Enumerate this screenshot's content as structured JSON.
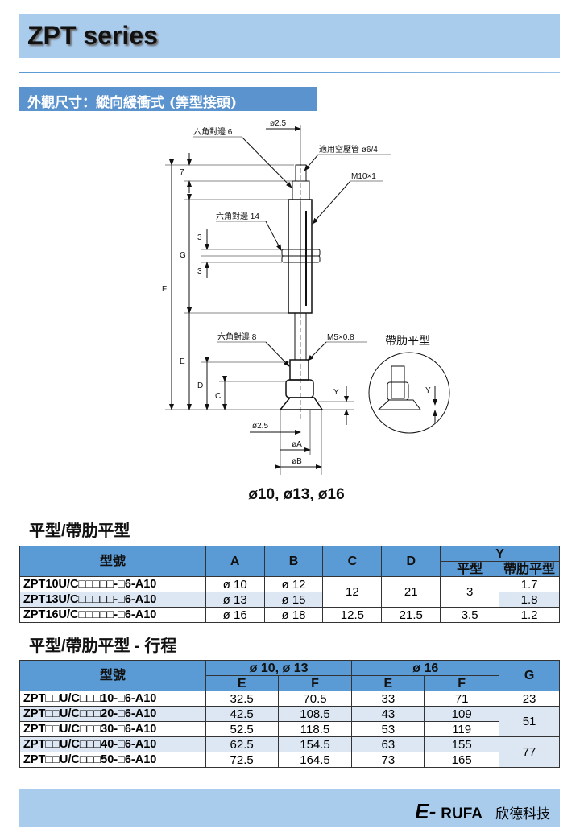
{
  "header": {
    "title": "ZPT series"
  },
  "section": {
    "title": "外觀尺寸：縱向緩衝式 (筭型接頭)"
  },
  "drawing": {
    "labels": {
      "phi25_top": "ø2.5",
      "hex6": "六角對邊 6",
      "tube": "適用空壓管 ø6/4",
      "m10": "M10×1",
      "hex14": "六角對邊 14",
      "hex8": "六角對邊 8",
      "m5": "M5×0.8",
      "ribbed": "帶肋平型",
      "d7": "7",
      "d3a": "3",
      "d3b": "3",
      "G": "G",
      "F": "F",
      "E": "E",
      "D": "D",
      "C": "C",
      "Y": "Y",
      "Y2": "Y",
      "phi25_bottom": "ø2.5",
      "phiA": "øA",
      "phiB": "øB"
    },
    "caption": "ø10, ø13, ø16"
  },
  "table1": {
    "title": "平型/帶肋平型",
    "headers": {
      "model": "型號",
      "A": "A",
      "B": "B",
      "C": "C",
      "D": "D",
      "Y": "Y",
      "Y_flat": "平型",
      "Y_ribbed": "帶肋平型"
    },
    "rows": [
      {
        "model": "ZPT10U/C□□□□□-□6-A10",
        "A": "ø 10",
        "B": "ø 12",
        "C": "12",
        "D": "21",
        "Y_flat": "3",
        "Y_ribbed": "1.7"
      },
      {
        "model": "ZPT13U/C□□□□□-□6-A10",
        "A": "ø 13",
        "B": "ø 15",
        "Y_ribbed": "1.8"
      },
      {
        "model": "ZPT16U/C□□□□□-□6-A10",
        "A": "ø 16",
        "B": "ø 18",
        "C": "12.5",
        "D": "21.5",
        "Y_flat": "3.5",
        "Y_ribbed": "1.2"
      }
    ]
  },
  "table2": {
    "title": "平型/帶肋平型 - 行程",
    "headers": {
      "model": "型號",
      "group1": "ø 10, ø 13",
      "group2": "ø 16",
      "E": "E",
      "F": "F",
      "G": "G"
    },
    "rows": [
      {
        "model": "ZPT□□U/C□□□10-□6-A10",
        "E1": "32.5",
        "F1": "70.5",
        "E2": "33",
        "F2": "71",
        "G": "23"
      },
      {
        "model": "ZPT□□U/C□□□20-□6-A10",
        "E1": "42.5",
        "F1": "108.5",
        "E2": "43",
        "F2": "109",
        "G": "51"
      },
      {
        "model": "ZPT□□U/C□□□30-□6-A10",
        "E1": "52.5",
        "F1": "118.5",
        "E2": "53",
        "F2": "119"
      },
      {
        "model": "ZPT□□U/C□□□40-□6-A10",
        "E1": "62.5",
        "F1": "154.5",
        "E2": "63",
        "F2": "155",
        "G": "77"
      },
      {
        "model": "ZPT□□U/C□□□50-□6-A10",
        "E1": "72.5",
        "F1": "164.5",
        "E2": "73",
        "F2": "165"
      }
    ]
  },
  "footer": {
    "logo_e": "E-",
    "logo_rufa": "RUFA",
    "company": "欣德科技"
  }
}
